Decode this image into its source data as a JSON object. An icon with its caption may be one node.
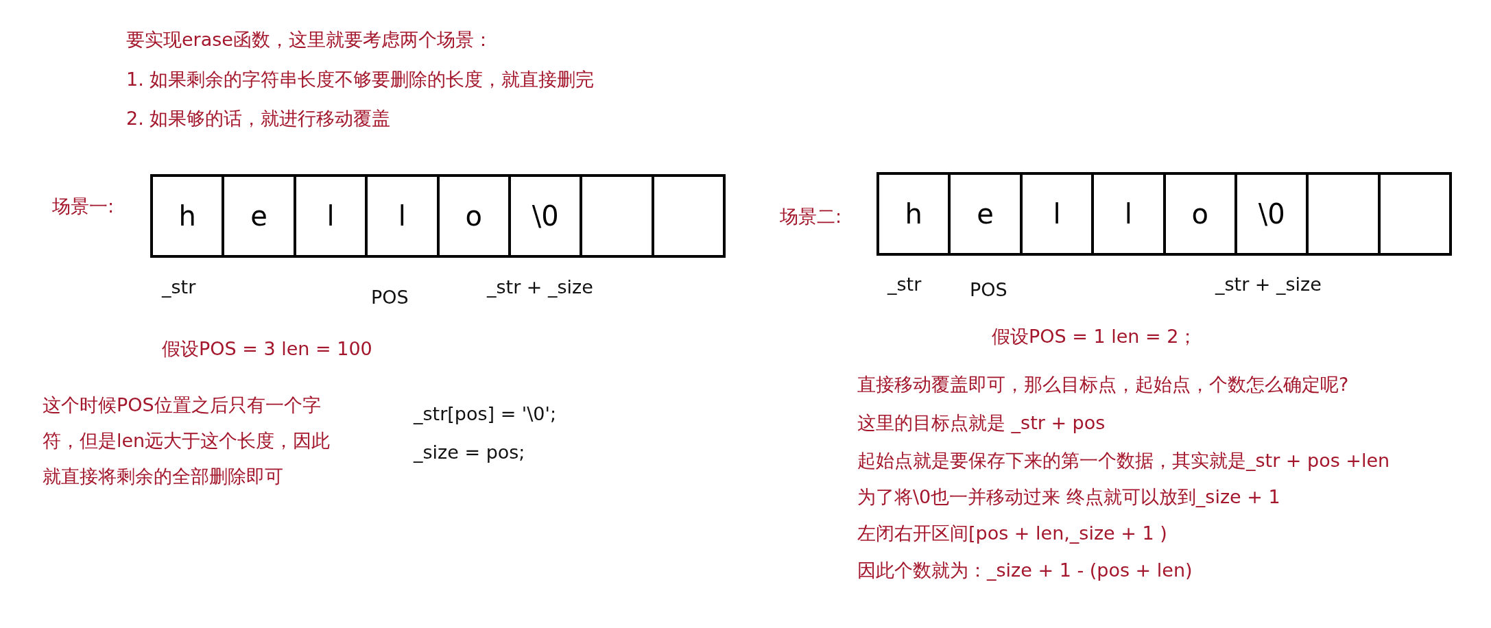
{
  "diagram": {
    "nodes": [
      {
        "text": [
          "h"
        ]
      },
      {
        "text": [
          "e"
        ]
      },
      {
        "text": [
          "l"
        ]
      },
      {
        "text": [
          "l"
        ]
      },
      {
        "text": [
          "o"
        ]
      },
      {
        "text": [
          "\\0"
        ]
      },
      {
        "text": [],
        "shape": "box"
      },
      {
        "text": [],
        "shape": "box"
      },
      {
        "text": [
          "h"
        ]
      },
      {
        "text": [
          "e"
        ]
      },
      {
        "text": [
          "l"
        ]
      },
      {
        "text": [
          "l"
        ]
      },
      {
        "text": [
          "o"
        ]
      },
      {
        "text": [
          "\\0"
        ]
      },
      {
        "text": [],
        "shape": "box"
      },
      {
        "text": [],
        "shape": "box"
      }
    ],
    "labels": [
      "要实现erase函数，这里就要考虑两个场景：",
      "1. 如果剩余的字符串长度不够要删除的长度，就直接删完",
      "2. 如果够的话，就进行移动覆盖",
      "场景一:",
      "_str",
      "POS",
      "_str + _size",
      "假设POS = 3  len = 100",
      "这个时候POS位置之后只有一个字符，但是len远大于这个长度，因此就直接将剩余的全部删除即可",
      "_str[pos] = '\\0';",
      "_size = pos;",
      "场景二:",
      "_str",
      "POS",
      "_str + _size",
      "假设POS = 1   len = 2；",
      "直接移动覆盖即可，那么目标点，起始点，个数怎么确定呢?",
      "这里的目标点就是 _str + pos",
      "起始点就是要保存下来的第一个数据，其实就是_str + pos +len",
      "为了将\\0也一并移动过来 终点就可以放到_size + 1",
      "左闭右开区间[pos + len,_size + 1 )",
      "因此个数就为：_size + 1 - (pos + len)"
    ]
  }
}
